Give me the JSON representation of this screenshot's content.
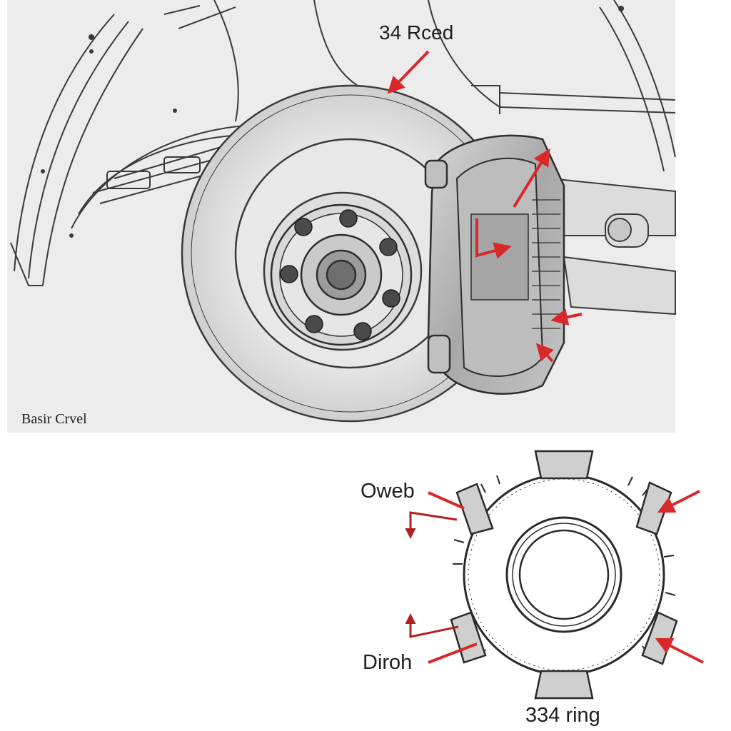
{
  "labels": {
    "top_callout": "34 Rced",
    "panel_caption": "Basir Crvel",
    "ring_left_upper": "Oweb",
    "ring_left_lower": "Diroh",
    "ring_bottom": "334 ring"
  },
  "colors": {
    "background": "#ffffff",
    "panel_background": "#ececec",
    "line_art": "#3a3a3a",
    "caliper_fill": "#b8b8b8",
    "arrow": "#d8282a"
  }
}
